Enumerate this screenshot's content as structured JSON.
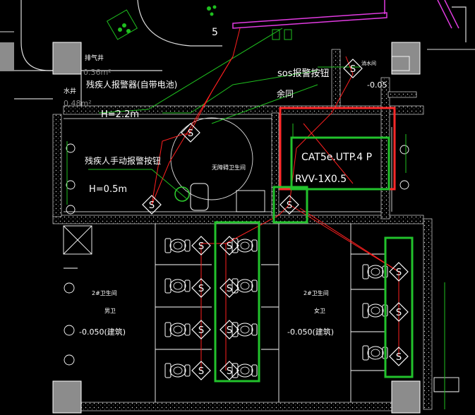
{
  "drawing": {
    "title": "2F washroom SOS alarm wiring plan",
    "room_number": "5",
    "labels": {
      "exhaust_shaft": "排气井",
      "exhaust_area": "0.36m²",
      "water_shaft": "水井",
      "water_area": "0.48m²",
      "alarm_auto": "残疾人报警器(自带电池)",
      "h_top": "H=2.2m",
      "sos_button": "sos报警按钮",
      "same_as": "余同",
      "level_right": "-0.05",
      "manual_button": "残疾人手动报警按钮",
      "h_bottom": "H=0.5m",
      "accessible_wc": "无障碍卫生间",
      "cable_1": "CAT5e.UTP.4 P",
      "cable_2": "RVV-1X0.5",
      "mens_room": "2#卫生间",
      "mens_sub": "男卫",
      "mens_level": "-0.050(建筑)",
      "womens_room": "2#卫生间",
      "womens_sub": "女卫",
      "womens_level": "-0.050(建筑)",
      "corner_top": "消水间"
    },
    "symbol_letter": "S",
    "colors": {
      "background": "#000000",
      "wall": "#ffffff",
      "cable": "#ff2020",
      "highlight_green": "#22c22c",
      "highlight_red": "#ff2a2a",
      "annotation": "#1fbf1f",
      "magenta": "#e23be2",
      "column": "#8c8c8c"
    }
  }
}
